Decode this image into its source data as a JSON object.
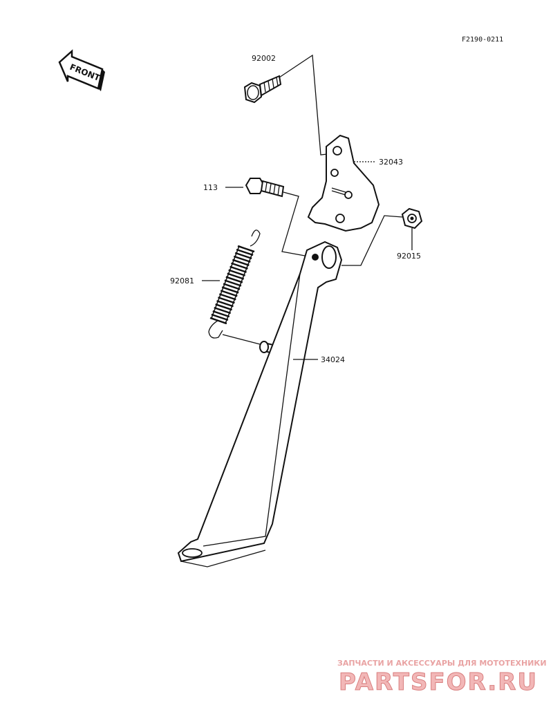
{
  "diagram": {
    "code": "F2190-0211",
    "front_label": "FRONT"
  },
  "parts": {
    "p92002": "92002",
    "p32043": "32043",
    "p113": "113",
    "p92015": "92015",
    "p92081": "92081",
    "p34024": "34024"
  },
  "watermark": {
    "tagline": "ЗАПЧАСТИ И АКСЕССУАРЫ ДЛЯ МОТОТЕХНИКИ",
    "brand": "PARTSFOR.RU"
  }
}
